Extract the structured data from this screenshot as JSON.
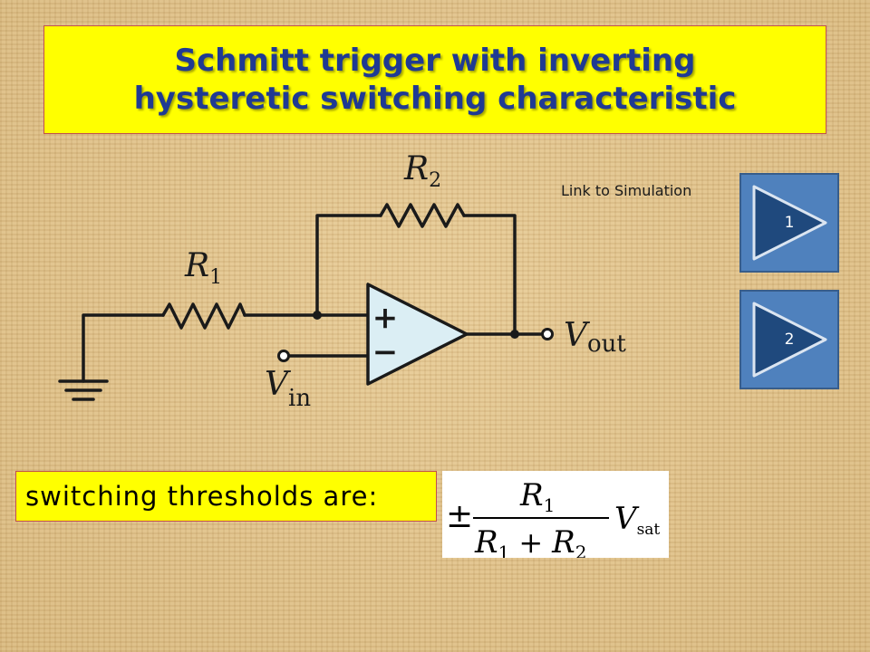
{
  "slide": {
    "title": "Schmitt trigger with inverting\nhysteretic switching characteristic",
    "simulation_link_label": "Link to Simulation",
    "buttons": [
      {
        "label": "1"
      },
      {
        "label": "2"
      }
    ],
    "thresholds_label": "switching thresholds are:"
  },
  "circuit": {
    "r1": {
      "letter": "R",
      "sub": "1"
    },
    "r2": {
      "letter": "R",
      "sub": "2"
    },
    "opamp_plus": "+",
    "opamp_minus": "−",
    "vout": {
      "letter": "V",
      "sub": "out"
    },
    "vin": {
      "letter": "V",
      "sub": "in"
    }
  },
  "formula": {
    "pm": "±",
    "num_letter": "R",
    "num_sub": "1",
    "den_a_letter": "R",
    "den_a_sub": "1",
    "den_plus": "+",
    "den_b_letter": "R",
    "den_b_sub": "2",
    "v_letter": "V",
    "v_sub": "sat"
  },
  "colors": {
    "title_text": "#1f3a93",
    "box_fill": "#ffff00",
    "box_border": "#c0504d",
    "button_fill": "#4f81bd",
    "button_arrow": "#1f497d",
    "opamp_fill": "#dbeef4",
    "wire": "#1a1a1a"
  }
}
